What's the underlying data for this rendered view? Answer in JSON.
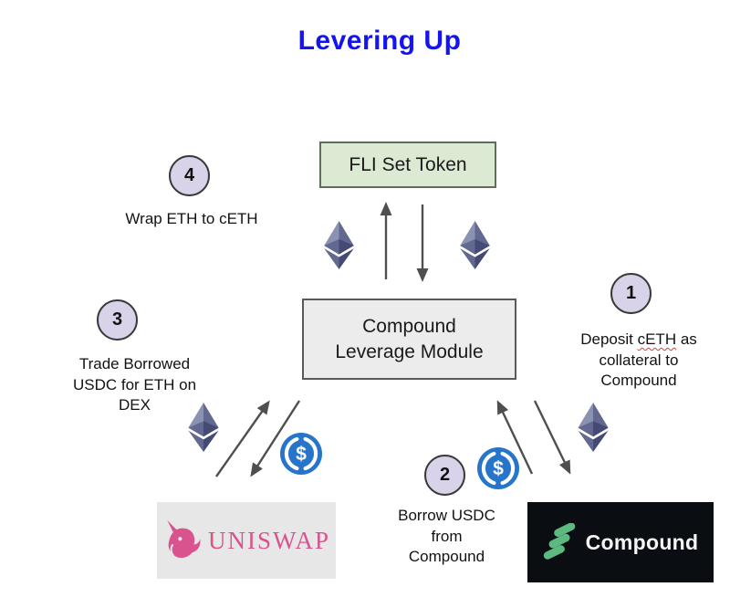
{
  "title": "Levering Up",
  "nodes": {
    "fli_set_token": {
      "label": "FLI Set Token"
    },
    "leverage_module": {
      "line1": "Compound",
      "line2": "Leverage Module"
    },
    "uniswap": {
      "wordmark": "UNISWAP"
    },
    "compound": {
      "wordmark": "Compound"
    }
  },
  "steps": {
    "step1": {
      "number": "1",
      "line1_pre": "Deposit ",
      "line1_misspelled": "cETH",
      "line1_post": " as",
      "line2": "collateral to",
      "line3": "Compound"
    },
    "step2": {
      "number": "2",
      "line1": "Borrow USDC",
      "line2": "from",
      "line3": "Compound"
    },
    "step3": {
      "number": "3",
      "line1": "Trade Borrowed",
      "line2": "USDC for ETH on",
      "line3": "DEX"
    },
    "step4": {
      "number": "4",
      "line1": "Wrap ETH to cETH"
    }
  },
  "icons": {
    "ethereum": "ethereum-diamond",
    "usdc": "usdc-coin",
    "usdc_symbol": "$",
    "uniswap_unicorn": "unicorn",
    "compound_mark": "stacked-layers"
  },
  "colors": {
    "title_blue": "#1414f0",
    "fli_fill": "#dcead3",
    "fli_border": "#5f6e59",
    "module_fill": "#ececec",
    "module_border": "#595959",
    "circle_fill": "#d9d3e9",
    "arrow_gray": "#4f4f4f",
    "usdc_blue": "#2775ca",
    "uniswap_pink": "#d9538e",
    "uniswap_bg": "#e7e7e7",
    "compound_bg": "#0a0d12",
    "compound_green": "#5cb97f",
    "eth_light": "#8a92b2",
    "eth_mid": "#62688f",
    "eth_dark": "#454a75",
    "spellcheck_red": "#e03a2f"
  }
}
